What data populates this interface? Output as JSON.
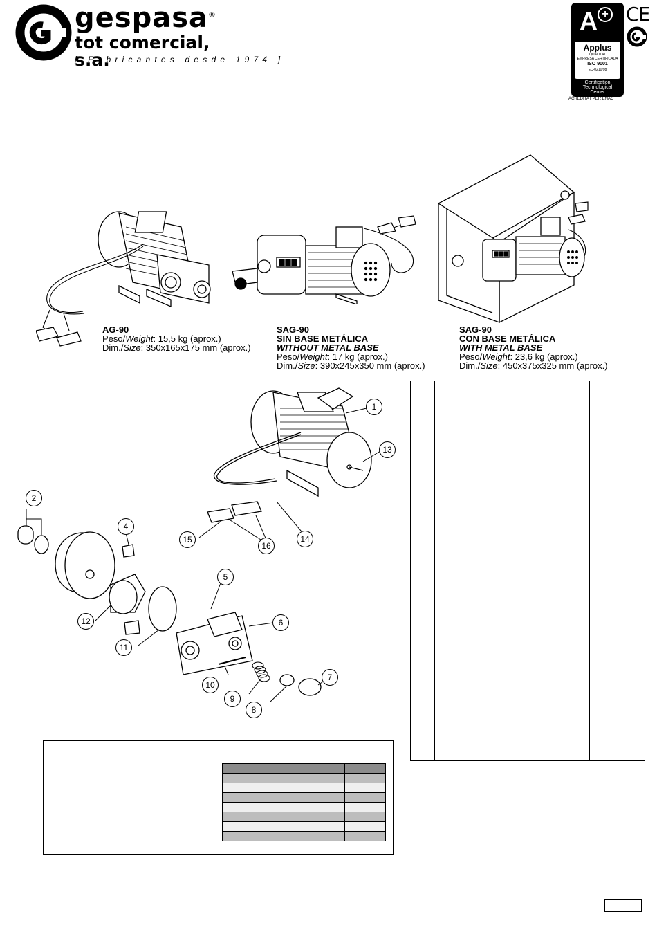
{
  "header": {
    "brand": "gespasa",
    "registered": "®",
    "company": "tot comercial, s.a.",
    "tagline": "[ Fabricantes desde 1974 ]"
  },
  "certification": {
    "grade": "A",
    "brand": "Applus",
    "line1": "QUALITAT",
    "line2": "EMPRESA CERTIFICADA",
    "standard": "ISO 9001",
    "code": "EC-0210/98",
    "center1": "Certification",
    "center2": "Technological",
    "center3": "Center",
    "accredited": "ACREDITAT PER ENAC",
    "ce_mark": "CE"
  },
  "products": [
    {
      "model": "AG-90",
      "line1": "",
      "line2": "",
      "weight_label": "Peso/",
      "weight_label_en": "Weight",
      "weight_value": ": 15,5 kg (aprox.)",
      "size_label": "Dim./",
      "size_label_en": "Size",
      "size_value": ": 350x165x175 mm (aprox.)"
    },
    {
      "model": "SAG-90",
      "line1": "SIN BASE METÁLICA",
      "line2": "WITHOUT METAL BASE",
      "weight_label": "Peso/",
      "weight_label_en": "Weight",
      "weight_value": ": 17 kg (aprox.)",
      "size_label": "Dim./",
      "size_label_en": "Size",
      "size_value": ": 390x245x350 mm (aprox.)"
    },
    {
      "model": "SAG-90",
      "line1": "CON BASE METÁLICA",
      "line2": "WITH METAL BASE",
      "weight_label": "Peso/",
      "weight_label_en": "Weight",
      "weight_value": ": 23,6 kg (aprox.)",
      "size_label": "Dim./",
      "size_label_en": "Size",
      "size_value": ": 450x375x325 mm (aprox.)"
    }
  ],
  "callouts": [
    "1",
    "2",
    "4",
    "5",
    "6",
    "7",
    "8",
    "9",
    "10",
    "11",
    "12",
    "13",
    "14",
    "15",
    "16"
  ],
  "spec_table": {
    "rows": 8,
    "cols": 4
  },
  "meter_display": "888"
}
